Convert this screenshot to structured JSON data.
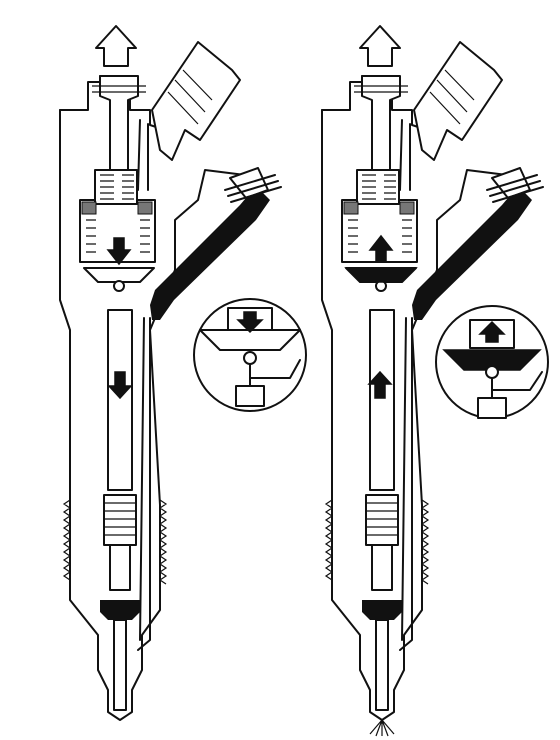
{
  "colors": {
    "ink": "#111111",
    "paper": "#ffffff",
    "spring": "#666666"
  },
  "injectors": [
    {
      "id": "closed",
      "armature_direction": "down",
      "return_flow_arrow": "up",
      "nozzle_spray": false
    },
    {
      "id": "open",
      "armature_direction": "up",
      "return_flow_arrow": "up",
      "nozzle_spray": true
    }
  ],
  "icons": [
    "arrow-up-outline-icon",
    "arrow-down-icon",
    "arrow-up-icon",
    "connector-plug-icon",
    "spring-coil-icon",
    "magnifier-detail-icon"
  ]
}
